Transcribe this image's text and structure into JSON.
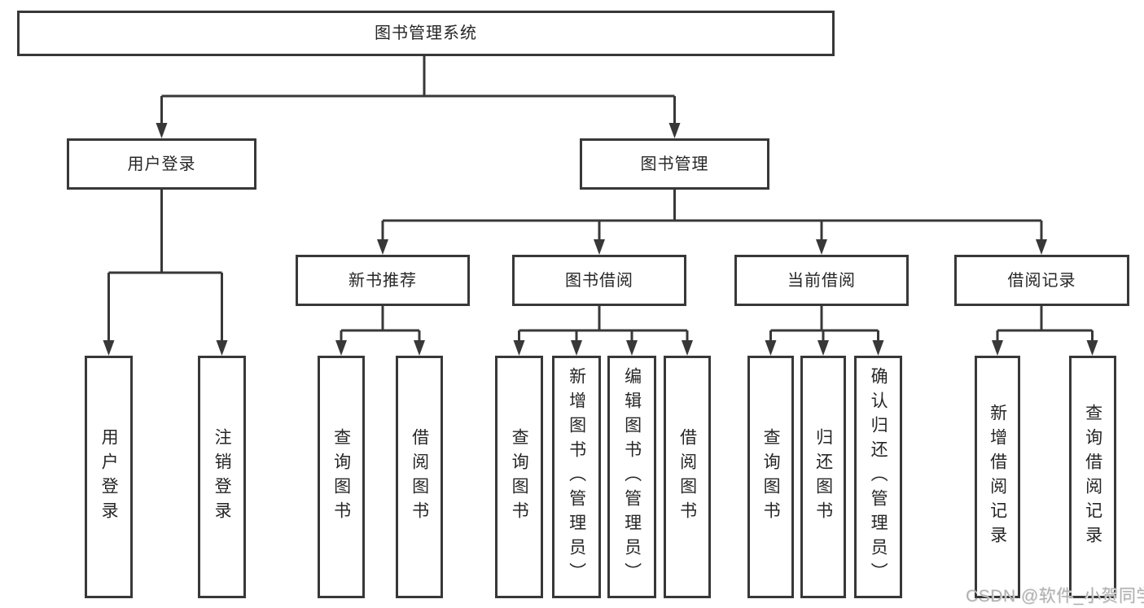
{
  "tree": {
    "root": {
      "label": "图书管理系统"
    },
    "branches": [
      {
        "label": "用户登录",
        "children": [
          {
            "label": "用户登录"
          },
          {
            "label": "注销登录"
          }
        ]
      },
      {
        "label": "图书管理",
        "groups": [
          {
            "label": "新书推荐",
            "children": [
              {
                "label": "查询图书"
              },
              {
                "label": "借阅图书"
              }
            ]
          },
          {
            "label": "图书借阅",
            "children": [
              {
                "label": "查询图书"
              },
              {
                "label": "新增图书（管理员）"
              },
              {
                "label": "编辑图书（管理员）"
              },
              {
                "label": "借阅图书"
              }
            ]
          },
          {
            "label": "当前借阅",
            "children": [
              {
                "label": "查询图书"
              },
              {
                "label": "归还图书"
              },
              {
                "label": "确认归还（管理员）"
              }
            ]
          },
          {
            "label": "借阅记录",
            "children": [
              {
                "label": "新增借阅记录"
              },
              {
                "label": "查询借阅记录"
              }
            ]
          }
        ]
      }
    ]
  },
  "watermark": {
    "text": "CSDN @软件_小贺同学"
  },
  "colors": {
    "line": "#383838",
    "text": "#262626",
    "background": "#ffffff",
    "watermark": "#b0b0b0"
  }
}
